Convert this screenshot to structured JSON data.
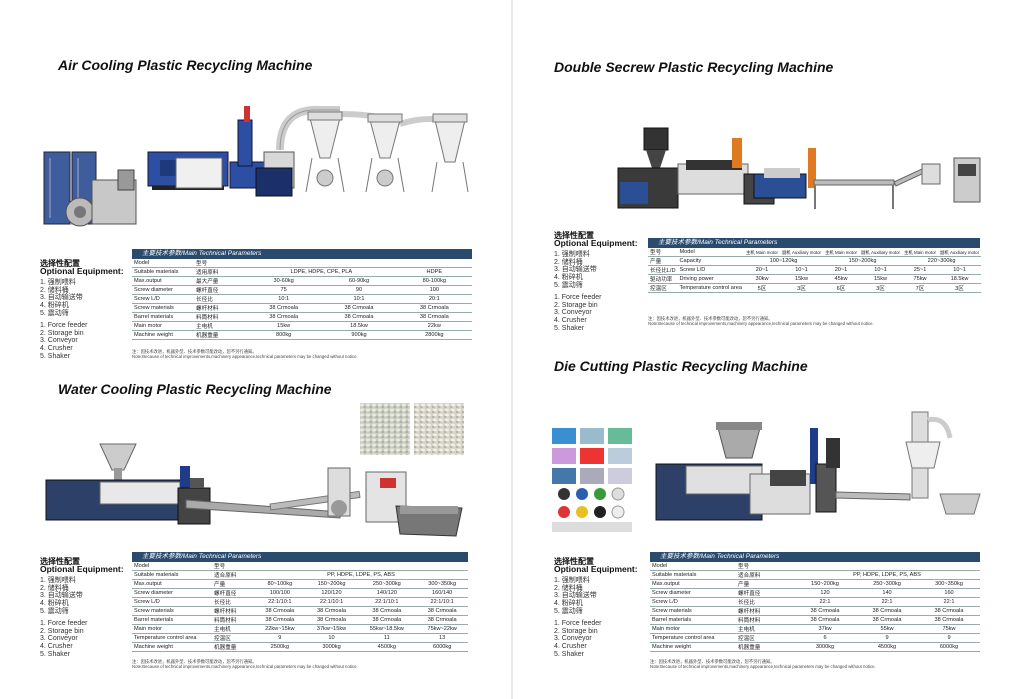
{
  "sections": {
    "air": {
      "title": "Air Cooling Plastic Recycling Machine",
      "header": "主要技术参数/Main Technical Parameters",
      "rows": [
        [
          "Model",
          "型号",
          "",
          "",
          ""
        ],
        [
          "Suitable materials",
          "适用原料",
          "LDPE, HDPE, CPE, PLA",
          "",
          "HDPE"
        ],
        [
          "Max.output",
          "最大产量",
          "30-60kg",
          "60-90kg",
          "80-100kg"
        ],
        [
          "Screw diameter",
          "螺杆直径",
          "75",
          "90",
          "100"
        ],
        [
          "Screw L/D",
          "长径比",
          "10:1",
          "10:1",
          "20:1"
        ],
        [
          "Screw materials",
          "螺杆材料",
          "38 Crmoala",
          "38 Crmoala",
          "38 Crmoala"
        ],
        [
          "Barrel materials",
          "料筒材料",
          "38 Crmoala",
          "38 Crmoala",
          "38 Crmoala"
        ],
        [
          "Main motor",
          "主电机",
          "15kw",
          "18.5kw",
          "22kw"
        ],
        [
          "Machine weight",
          "机器重量",
          "800kg",
          "900kg",
          "2800kg"
        ]
      ]
    },
    "double": {
      "title": "Double Secrew Plastic Recycling Machine",
      "header": "主要技术参数/Main Technical Parameters",
      "motor_labels": [
        "主机 Main motor",
        "副机 Auxiliary motor",
        "主机 Main motor",
        "副机 Auxiliary motor",
        "主机 Main motor",
        "副机 Auxiliary motor"
      ],
      "rows": [
        [
          "产量",
          "Capacity",
          "100~120kg",
          "",
          "150~200kg",
          "",
          "220~300kg",
          ""
        ],
        [
          "长径比L/D",
          "Screw L/D",
          "20~1",
          "10~1",
          "20~1",
          "10~1",
          "25~1",
          "10~1"
        ],
        [
          "驱动功率",
          "Driving power",
          "30kw",
          "15kw",
          "45kw",
          "15kw",
          "75kw",
          "18.5kw"
        ],
        [
          "控温区",
          "Temperature control area",
          "5区",
          "3区",
          "6区",
          "3区",
          "7区",
          "3区"
        ]
      ]
    },
    "water": {
      "title": "Water Cooling Plastic Recycling Machine",
      "header": "主要技术参数/Main Technical Parameters",
      "rows": [
        [
          "Model",
          "型号",
          "",
          "",
          "",
          ""
        ],
        [
          "Suitable materials",
          "适合原料",
          "PP, HDPE, LDPE, PS, ABS",
          "",
          "",
          ""
        ],
        [
          "Max.output",
          "产量",
          "80~100kg",
          "150~200kg",
          "250~300kg",
          "300~350kg"
        ],
        [
          "Screw diameter",
          "螺杆直径",
          "100/100",
          "120/120",
          "140/120",
          "160/140"
        ],
        [
          "Screw L/D",
          "长径比",
          "22:1/10:1",
          "22:1/10:1",
          "22:1/10:1",
          "22:1/10:1"
        ],
        [
          "Screw materials",
          "螺杆材料",
          "38 Crmoala",
          "38 Crmoala",
          "38 Crmoala",
          "38 Crmoala"
        ],
        [
          "Barrel materials",
          "料筒材料",
          "38 Crmoala",
          "38 Crmoala",
          "38 Crmoala",
          "38 Crmoala"
        ],
        [
          "Main motor",
          "主电机",
          "22kw~15kw",
          "37kw~15kw",
          "55kw~18.5kw",
          "75kw~22kw"
        ],
        [
          "Temperature control area",
          "控温区",
          "9",
          "10",
          "11",
          "13"
        ],
        [
          "Machine weight",
          "机器重量",
          "2500kg",
          "3000kg",
          "4500kg",
          "6000kg"
        ]
      ]
    },
    "die": {
      "title": "Die Cutting Plastic Recycling Machine",
      "header": "主要技术参数/Main Technical Parameters",
      "rows": [
        [
          "Model",
          "型号",
          "",
          "",
          ""
        ],
        [
          "Suitable materials",
          "适合原料",
          "PP, HDPE, LDPE, PS, ABS",
          "",
          ""
        ],
        [
          "Max.output",
          "产量",
          "150~200kg",
          "250~300kg",
          "300~350kg"
        ],
        [
          "Screw diameter",
          "螺杆直径",
          "120",
          "140",
          "160"
        ],
        [
          "Screw L/D",
          "长径比",
          "22:1",
          "22:1",
          "22:1"
        ],
        [
          "Screw materials",
          "螺杆材料",
          "38 Crmoala",
          "38 Crmoala",
          "38 Crmoala"
        ],
        [
          "Barrel materials",
          "料筒材料",
          "38 Crmoala",
          "38 Crmoala",
          "38 Crmoala"
        ],
        [
          "Main motor",
          "主电机",
          "37kw",
          "55kw",
          "75kw"
        ],
        [
          "Temperature control area",
          "控温区",
          "6",
          "9",
          "9"
        ],
        [
          "Machine weight",
          "机器重量",
          "3000kg",
          "4500kg",
          "6000kg"
        ]
      ]
    }
  },
  "optional": {
    "cn": "选择性配置",
    "en": "Optional Equipment:",
    "cn_items": [
      "1. 强制喂料",
      "2. 储料桶",
      "3. 自动输送带",
      "4. 粉碎机",
      "5. 震动筛"
    ],
    "en_items": [
      "1. Force feeder",
      "2. Storage bin",
      "3. Conveyor",
      "4. Crusher",
      "5. Shaker"
    ]
  },
  "note": {
    "cn": "注：因技术改进，机器外型、技术参数可能改动，恕不另行通知。",
    "en": "Note:Because of technical improvements,machinery appearance,technical parameters may be changed without notice."
  }
}
